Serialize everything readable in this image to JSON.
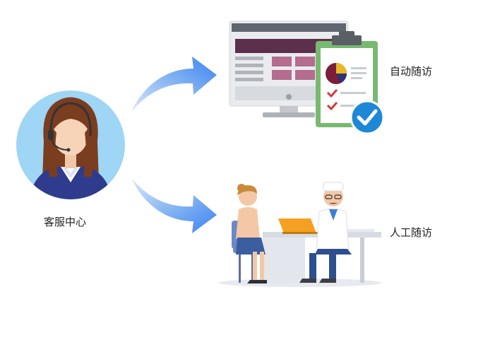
{
  "labels": {
    "center": "客服中心",
    "auto_followup": "自动随访",
    "manual_followup": "人工随访"
  },
  "colors": {
    "arrow": "#3a82f0",
    "avatar_bg": "#9fd5f5",
    "check_badge": "#1e88d6",
    "clipboard": "#78b970",
    "monitor_content": "#b46c8f",
    "laptop": "#f4a020"
  },
  "icons": {
    "avatar": "customer-service-agent-icon",
    "monitor": "monitor-with-report-icon",
    "clipboard": "clipboard-checklist-icon",
    "check": "check-badge-icon",
    "consultation": "doctor-patient-consultation-icon"
  }
}
